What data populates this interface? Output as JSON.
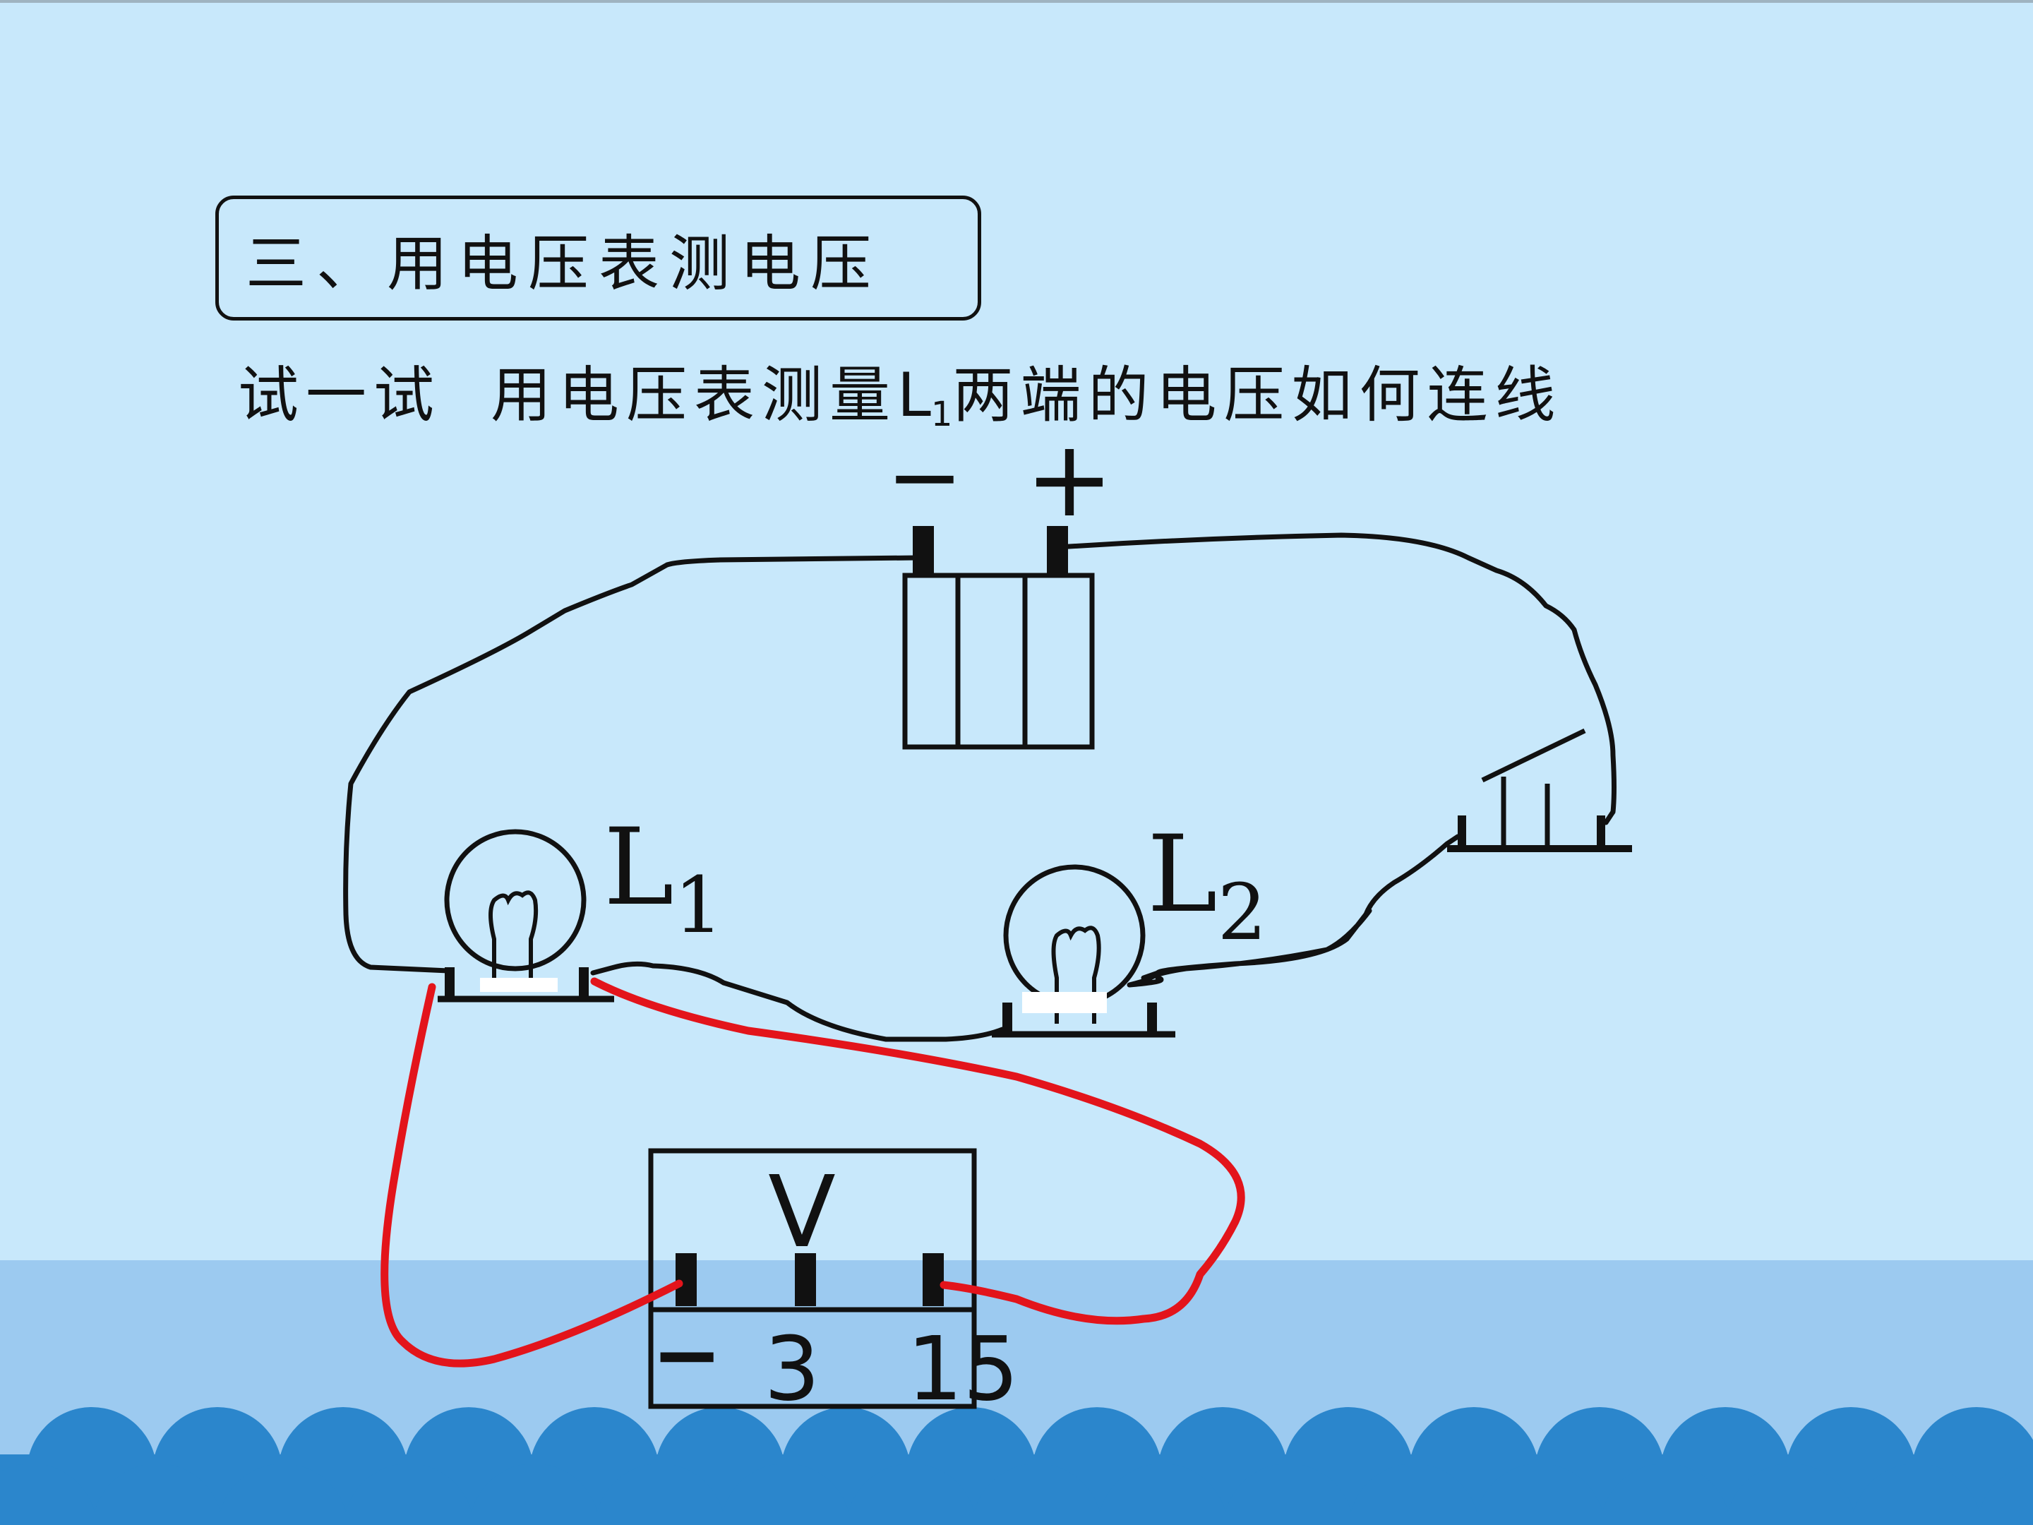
{
  "title": "三、用电压表测电压",
  "question": {
    "prefix": "试一试",
    "main": "用电压表测量",
    "lamp": "L",
    "lamp_sub": "1",
    "suffix": "两端的电压如何连线"
  },
  "battery": {
    "neg_label": "−",
    "pos_label": "+"
  },
  "lamp1": {
    "label": "L",
    "sub": "1"
  },
  "lamp2": {
    "label": "L",
    "sub": "2"
  },
  "voltmeter": {
    "symbol": "V",
    "terminal_neg": "−",
    "terminal_3": "3",
    "terminal_15": "15"
  },
  "colors": {
    "background": "#c8e8fb",
    "wire": "#111111",
    "measure_wire": "#e3141b",
    "wave": "#2b86cc",
    "sea": "#9ccaf0"
  }
}
